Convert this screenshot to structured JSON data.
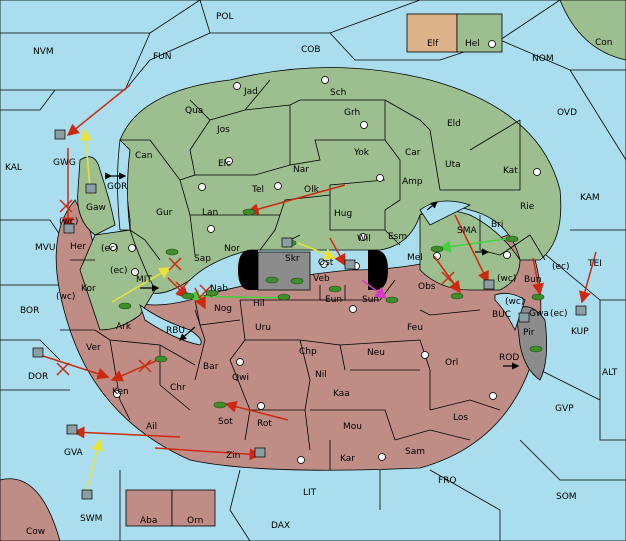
{
  "colors": {
    "sea": "#aadeee",
    "green_power": "#9dbf8f",
    "red_power": "#c08d86",
    "tan_power": "#dcb288",
    "neutral": "#8c8c8c",
    "army": "#3e8e2a",
    "fleet": "#8b9ea3",
    "order_red": "#cc2a10",
    "order_yellow": "#e8e23a",
    "order_green": "#43d23b",
    "order_magenta": "#d33bc8"
  },
  "legend": {
    "elf": "Elf",
    "hel": "Hel"
  },
  "labels": {
    "POL": "POL",
    "NVM": "NVM",
    "FUN": "FUN",
    "COB": "COB",
    "NOM": "NOM",
    "Con": "Con",
    "OVD": "OVD",
    "KAL": "KAL",
    "KAM": "KAM",
    "MVU": "MVU",
    "BOR": "BOR",
    "TEI": "TEI",
    "ALT": "ALT",
    "GVP": "GVP",
    "SOM": "SOM",
    "FRO": "FRO",
    "LIT": "LIT",
    "DAX": "DAX",
    "Cow": "Cow",
    "SWM": "SWM",
    "GVA": "GVA",
    "DOR": "DOR",
    "GWG": "GWG",
    "GOR": "GOR",
    "MIT": "MIT",
    "RBU": "RBU",
    "BUC": "BUC",
    "ROD": "ROD",
    "SMA": "SMA",
    "KUP": "KUP",
    "Aba": "Aba",
    "Orn": "Orn",
    "Jad": "Jad",
    "Sch": "Sch",
    "Qua": "Qua",
    "Jos": "Jos",
    "Grh": "Grh",
    "Eld": "Eld",
    "Can": "Can",
    "Yok": "Yok",
    "Car": "Car",
    "Uta": "Uta",
    "Elc": "Elc",
    "Nar": "Nar",
    "Amp": "Amp",
    "Kat": "Kat",
    "Gaw": "Gaw",
    "Tel": "Tel",
    "Olk": "Olk",
    "Rie": "Rie",
    "Gur": "Gur",
    "Lan": "Lan",
    "Hug": "Hug",
    "Bri": "Bri",
    "Nor": "Nor",
    "Wil": "Wil",
    "Esm": "Esm",
    "Her": "Her",
    "Sap": "Sap",
    "Skr": "Skr",
    "Ost": "Ost",
    "Mel": "Mel",
    "Bun": "Bun",
    "Kor": "Kor",
    "Veb": "Veb",
    "Nab": "Nab",
    "Obs": "Obs",
    "Gwa": "Gwa",
    "Eun": "Eun",
    "Sun": "Sun",
    "Hil": "Hil",
    "Nog": "Nog",
    "Ark": "Ark",
    "Pir": "Pir",
    "Uru": "Uru",
    "Feu": "Feu",
    "Ver": "Ver",
    "Chp": "Chp",
    "Neu": "Neu",
    "Bar": "Bar",
    "Orl": "Orl",
    "Qwi": "Qwi",
    "Nil": "Nil",
    "Ken": "Ken",
    "Chr": "Chr",
    "Kaa": "Kaa",
    "Sot": "Sot",
    "Rot": "Rot",
    "Los": "Los",
    "Ail": "Ail",
    "Mou": "Mou",
    "Sam": "Sam",
    "Zin": "Zin",
    "Kar": "Kar",
    "wc": "(wc)",
    "ec": "(ec)"
  }
}
